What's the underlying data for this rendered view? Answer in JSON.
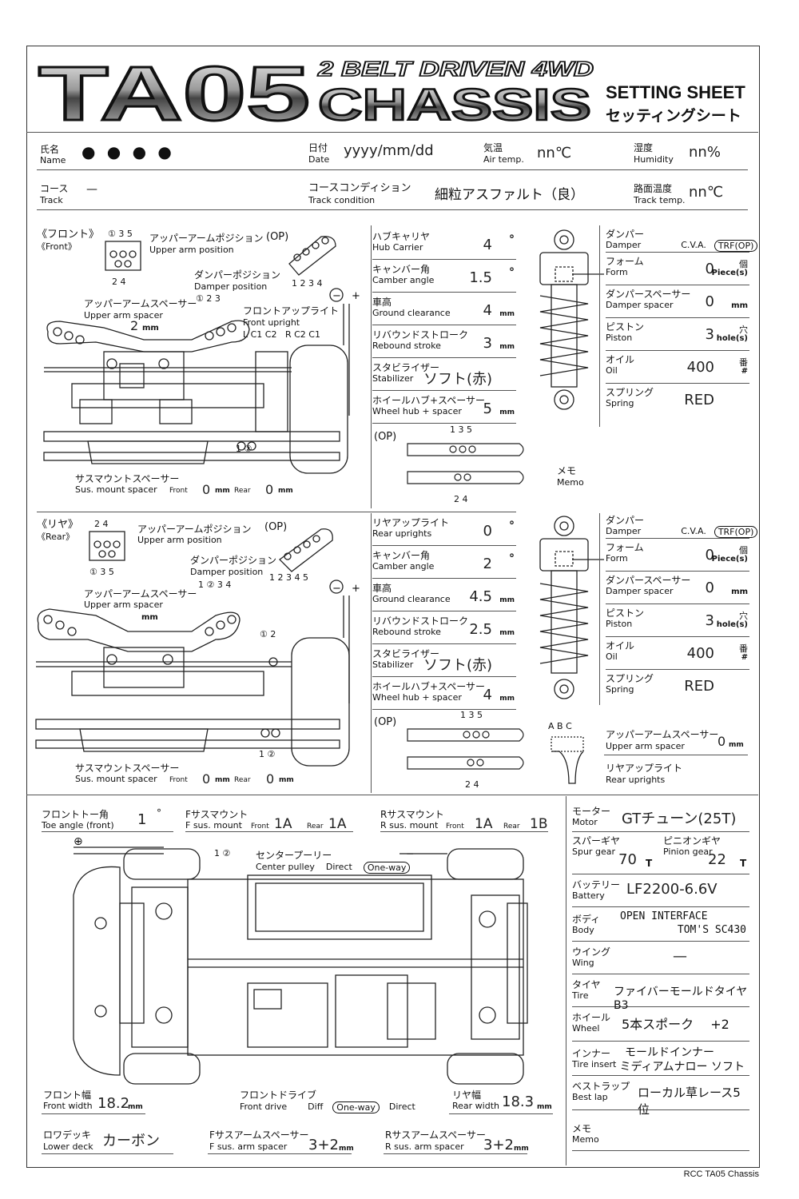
{
  "header": {
    "logo_main": "TA05",
    "logo_sub": "2 BELT DRIVEN 4WD",
    "logo_chassis": "CHASSIS",
    "title_en": "SETTING SHEET",
    "title_jp": "セッティングシート"
  },
  "info": {
    "name_jp": "氏名",
    "name_en": "Name",
    "name_val": "● ● ● ●",
    "date_jp": "日付",
    "date_en": "Date",
    "date_val": "yyyy/mm/dd",
    "air_jp": "気温",
    "air_en": "Air temp.",
    "air_val": "nn℃",
    "hum_jp": "湿度",
    "hum_en": "Humidity",
    "hum_val": "nn%",
    "track_jp": "コース",
    "track_en": "Track",
    "track_val": "—",
    "cond_jp": "コースコンディション",
    "cond_en": "Track condition",
    "cond_val": "細粒アスファルト（良）",
    "ttemp_jp": "路面温度",
    "ttemp_en": "Track temp.",
    "ttemp_val": "nn℃"
  },
  "front": {
    "title_jp": "《フロント》",
    "title_en": "《Front》",
    "upper_arm_pos_jp": "アッパーアームポジション",
    "upper_arm_pos_en": "Upper arm position",
    "op": "(OP)",
    "damper_pos_jp": "ダンパーポジション",
    "damper_pos_en": "Damper position",
    "upper_arm_spacer_jp": "アッパーアームスペーサー",
    "upper_arm_spacer_en": "Upper arm spacer",
    "upper_arm_spacer_val": "2",
    "upright_jp": "フロントアップライト",
    "upright_en": "Front upright",
    "upright_opts": "L C1 C2   R C2 C1",
    "mount_spacer_jp": "サスマウントスペーサー",
    "mount_spacer_en": "Sus. mount spacer",
    "mount_front_label": "Front",
    "mount_front_val": "0",
    "mount_rear_label": "Rear",
    "mount_rear_val": "0",
    "rows": [
      {
        "jp": "ハブキャリヤ",
        "en": "Hub Carrier",
        "val": "4",
        "unit": "°"
      },
      {
        "jp": "キャンバー角",
        "en": "Camber angle",
        "val": "1.5",
        "unit": "°"
      },
      {
        "jp": "車高",
        "en": "Ground clearance",
        "val": "4",
        "unit": "mm"
      },
      {
        "jp": "リバウンドストローク",
        "en": "Rebound stroke",
        "val": "3",
        "unit": "mm"
      },
      {
        "jp": "スタビライザー",
        "en": "Stabilizer",
        "val": "ソフト(赤)",
        "unit": ""
      },
      {
        "jp": "ホイールハブ+スペーサー",
        "en": "Wheel hub + spacer",
        "val": "5",
        "unit": "mm"
      }
    ],
    "damper": {
      "jp": "ダンパー",
      "en": "Damper",
      "cva": "C.V.A.",
      "trf": "TRF(OP)",
      "rows": [
        {
          "jp": "フォーム",
          "en": "Form",
          "val": "0",
          "unit_jp": "個",
          "unit_en": "Piece(s)"
        },
        {
          "jp": "ダンパースペーサー",
          "en": "Damper spacer",
          "val": "0",
          "unit_jp": "",
          "unit_en": "mm"
        },
        {
          "jp": "ピストン",
          "en": "Piston",
          "val": "3",
          "unit_jp": "穴",
          "unit_en": "hole(s)"
        },
        {
          "jp": "オイル",
          "en": "Oil",
          "val": "400",
          "unit_jp": "番",
          "unit_en": "#"
        },
        {
          "jp": "スプリング",
          "en": "Spring",
          "val": "RED",
          "unit_jp": "",
          "unit_en": ""
        }
      ]
    },
    "memo_jp": "メモ",
    "memo_en": "Memo"
  },
  "rear": {
    "title_jp": "《リヤ》",
    "title_en": "《Rear》",
    "upper_arm_pos_jp": "アッパーアームポジション",
    "upper_arm_pos_en": "Upper arm position",
    "op": "(OP)",
    "damper_pos_jp": "ダンパーポジション",
    "damper_pos_en": "Damper position",
    "upper_arm_spacer_jp": "アッパーアームスペーサー",
    "upper_arm_spacer_en": "Upper arm spacer",
    "mount_spacer_jp": "サスマウントスペーサー",
    "mount_spacer_en": "Sus. mount spacer",
    "mount_front_label": "Front",
    "mount_front_val": "0",
    "mount_rear_label": "Rear",
    "mount_rear_val": "0",
    "rows": [
      {
        "jp": "リヤアップライト",
        "en": "Rear uprights",
        "val": "0",
        "unit": "°"
      },
      {
        "jp": "キャンバー角",
        "en": "Camber angle",
        "val": "2",
        "unit": "°"
      },
      {
        "jp": "車高",
        "en": "Ground clearance",
        "val": "4.5",
        "unit": "mm"
      },
      {
        "jp": "リバウンドストローク",
        "en": "Rebound stroke",
        "val": "2.5",
        "unit": "mm"
      },
      {
        "jp": "スタビライザー",
        "en": "Stabilizer",
        "val": "ソフト(赤)",
        "unit": ""
      },
      {
        "jp": "ホイールハブ+スペーサー",
        "en": "Wheel hub + spacer",
        "val": "4",
        "unit": "mm"
      }
    ],
    "damper": {
      "jp": "ダンパー",
      "en": "Damper",
      "cva": "C.V.A.",
      "trf": "TRF(OP)",
      "rows": [
        {
          "jp": "フォーム",
          "en": "Form",
          "val": "0",
          "unit_jp": "個",
          "unit_en": "Piece(s)"
        },
        {
          "jp": "ダンパースペーサー",
          "en": "Damper spacer",
          "val": "0",
          "unit_jp": "",
          "unit_en": "mm"
        },
        {
          "jp": "ピストン",
          "en": "Piston",
          "val": "3",
          "unit_jp": "穴",
          "unit_en": "hole(s)"
        },
        {
          "jp": "オイル",
          "en": "Oil",
          "val": "400",
          "unit_jp": "番",
          "unit_en": "#"
        },
        {
          "jp": "スプリング",
          "en": "Spring",
          "val": "RED",
          "unit_jp": "",
          "unit_en": ""
        }
      ]
    },
    "ua_spacer2_jp": "アッパーアームスペーサー",
    "ua_spacer2_en": "Upper arm spacer",
    "ua_spacer2_val": "0",
    "rear_uprights_jp": "リヤアップライト",
    "rear_uprights_en": "Rear uprights"
  },
  "bottom": {
    "toe_jp": "フロントトー角",
    "toe_en": "Toe angle (front)",
    "toe_val": "1",
    "toe_unit": "°",
    "fmount_jp": "Fサスマウント",
    "fmount_en": "F sus. mount",
    "fmount_front": "1A",
    "fmount_rear": "1A",
    "rmount_jp": "Rサスマウント",
    "rmount_en": "R sus. mount",
    "rmount_front": "1A",
    "rmount_rear": "1B",
    "front_label": "Front",
    "rear_label": "Rear",
    "center_pulley_jp": "センタープーリー",
    "center_pulley_en": "Center pulley",
    "direct": "Direct",
    "oneway": "One-way",
    "front_width_jp": "フロント幅",
    "front_width_en": "Front width",
    "front_width_val": "18.2",
    "front_drive_jp": "フロントドライブ",
    "front_drive_en": "Front drive",
    "diff": "Diff",
    "rear_width_jp": "リヤ幅",
    "rear_width_en": "Rear width",
    "rear_width_val": "18.3",
    "lower_deck_jp": "ロワデッキ",
    "lower_deck_en": "Lower deck",
    "lower_deck_val": "カーボン",
    "f_arm_spacer_jp": "Fサスアームスペーサー",
    "f_arm_spacer_en": "F sus. arm spacer",
    "f_arm_spacer_val": "3+2",
    "r_arm_spacer_jp": "Rサスアームスペーサー",
    "r_arm_spacer_en": "R sus. arm spacer",
    "r_arm_spacer_val": "3+2"
  },
  "specs": [
    {
      "jp": "モーター",
      "en": "Motor",
      "val": "GTチューン(25T)"
    },
    {
      "jp": "バッテリー",
      "en": "Battery",
      "val": "LF2200-6.6V"
    },
    {
      "jp": "ウイング",
      "en": "Wing",
      "val": "—"
    },
    {
      "jp": "タイヤ",
      "en": "Tire",
      "val": "ファイバーモールドタイヤB3"
    },
    {
      "jp": "ホイール",
      "en": "Wheel",
      "val": "5本スポーク　 +2"
    },
    {
      "jp": "ベストラップ",
      "en": "Best lap",
      "val": "ローカル草レース5位"
    },
    {
      "jp": "メモ",
      "en": "Memo",
      "val": ""
    }
  ],
  "spur": {
    "jp": "スパーギヤ",
    "en": "Spur gear",
    "val": "70",
    "unit": "T",
    "pinion_jp": "ピニオンギヤ",
    "pinion_en": "Pinion gear",
    "pinion_val": "22"
  },
  "body": {
    "jp": "ボディ",
    "en": "Body",
    "val1": "OPEN INTERFACE",
    "val2": "TOM'S SC430"
  },
  "insert": {
    "jp": "インナー",
    "en": "Tire insert",
    "val1": "モールドインナー",
    "val2": "ミディアムナロー ソフト"
  },
  "footer": "RCC TA05 Chassis"
}
